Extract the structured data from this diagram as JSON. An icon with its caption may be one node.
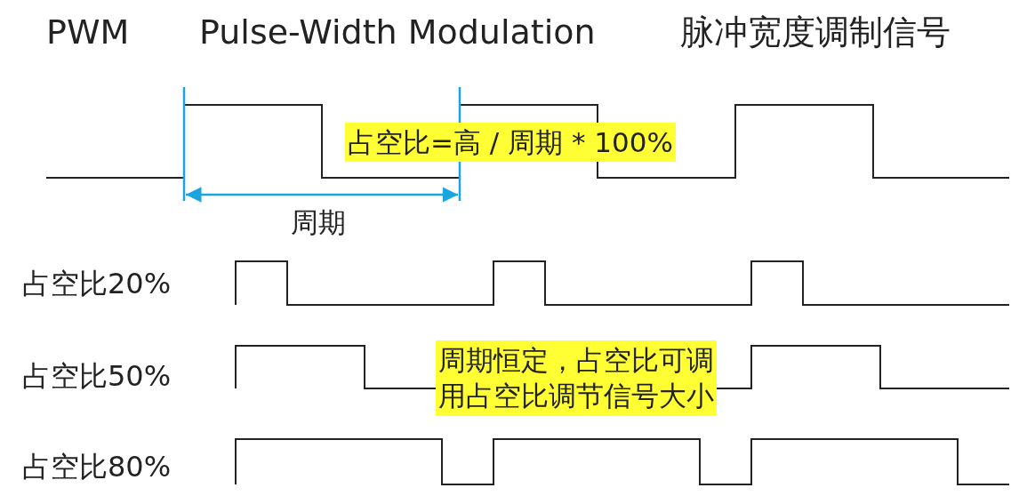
{
  "diagram": {
    "nodes": [
      {
        "text": [
          "占空比=高 / 周期 * 100%"
        ]
      },
      {
        "text": [
          "周期恒定，占空比可调",
          "用占空比调节信号大小"
        ]
      }
    ],
    "labels": [
      "PWM",
      "Pulse-Width Modulation",
      "脉冲宽度调制信号",
      "周期",
      "占空比20%",
      "占空比50%",
      "占空比80%"
    ]
  }
}
